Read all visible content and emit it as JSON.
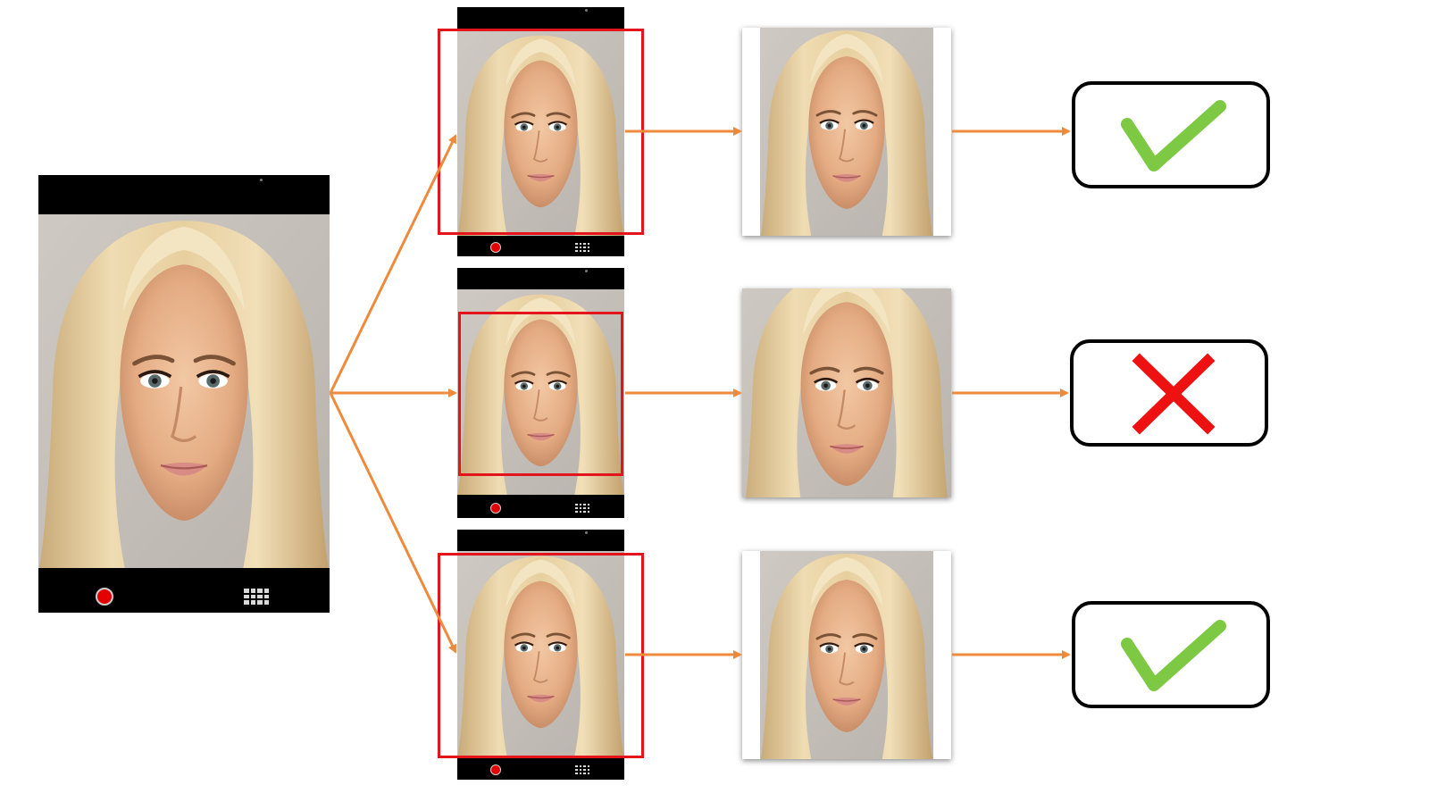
{
  "colors": {
    "arrow": "#ee8a3b",
    "detection_box": "#e3141b",
    "check": "#7dc943",
    "cross": "#ee1111",
    "record_button": "#e30000"
  },
  "icons": {
    "record": "record-button-icon",
    "menu": "grid-menu-icon",
    "success": "check-icon",
    "failure": "cross-icon"
  },
  "rows": [
    {
      "result": "check"
    },
    {
      "result": "cross"
    },
    {
      "result": "check"
    }
  ]
}
